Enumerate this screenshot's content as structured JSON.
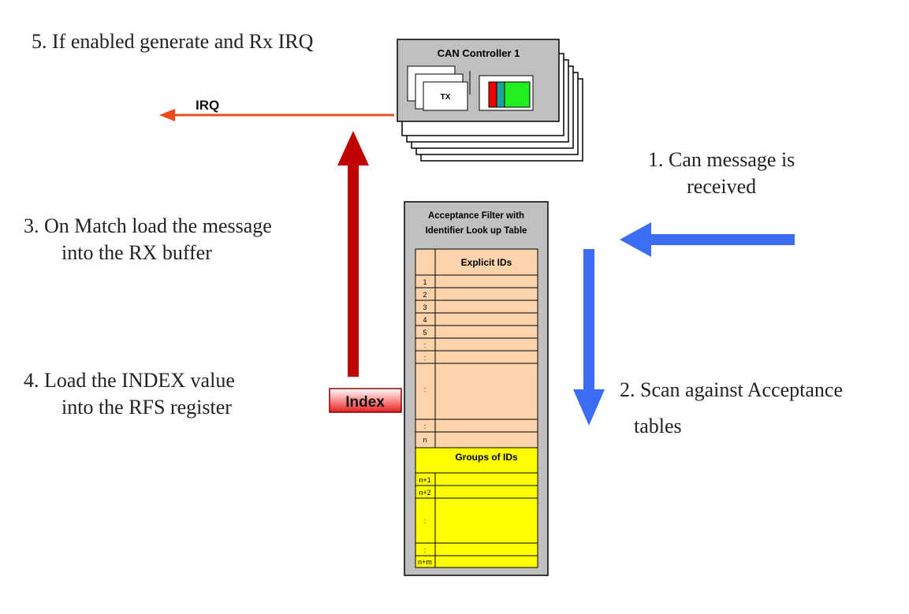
{
  "steps": {
    "s1_line1": "1. Can message is",
    "s1_line2": "received",
    "s2_line1": "2. Scan against Acceptance",
    "s2_line2": "tables",
    "s3_line1": "3. On Match load the message",
    "s3_line2": "into the RX buffer",
    "s4_line1": "4. Load the INDEX value",
    "s4_line2": "into the RFS register",
    "s5": "5. If enabled generate and Rx IRQ"
  },
  "controller": {
    "title": "CAN Controller 1",
    "tx_label": "TX"
  },
  "irq_label": "IRQ",
  "index_label": "Index",
  "filter": {
    "title_line1": "Acceptance Filter with",
    "title_line2": "Identifier Look up Table",
    "explicit_header": "Explicit IDs",
    "explicit_rows": [
      "1",
      "2",
      "3",
      "4",
      "5",
      ":",
      ":",
      ":",
      ":",
      "n"
    ],
    "groups_header": "Groups of IDs",
    "group_rows": [
      "n+1",
      "n+2",
      ":",
      ":",
      "n+m"
    ]
  },
  "colors": {
    "irq_arrow": "#ee4b1e",
    "index_arrow": "#c00000",
    "input_arrow": "#3b6cf2",
    "explicit_fill": "#fcd3aa",
    "groups_fill": "#ffff00",
    "panel_fill": "#c0c0c0",
    "led_red": "#ee0000",
    "led_teal": "#1aa39a",
    "led_green": "#22ee22"
  }
}
